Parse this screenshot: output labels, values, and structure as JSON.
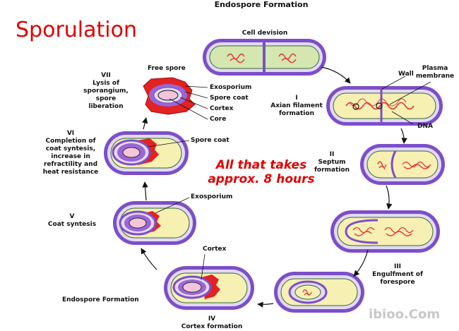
{
  "title": "Endospore Formation",
  "heading": "Sporulation",
  "note": [
    "All that takes",
    "approx. 8 hours"
  ],
  "watermark": "ibioo.Com",
  "bottom_label": "Endospore Formation",
  "stages": {
    "cell_division": "Cell devision",
    "s1": [
      "I",
      "Axian filament",
      "formation"
    ],
    "s2": [
      "II",
      "Septum",
      "formation"
    ],
    "s3": [
      "III",
      "Engulfment of",
      "forespore"
    ],
    "s4": [
      "IV",
      "Cortex formation"
    ],
    "s5": [
      "V",
      "Coat syntesis"
    ],
    "s6": [
      "VI",
      "Completion of",
      "coat syntesis,",
      "increase in",
      "refractility and",
      "heat resistance"
    ],
    "s7": [
      "VII",
      "Lysis of",
      "sporangium,",
      "spore",
      "liberation"
    ]
  },
  "labels": {
    "wall": "Wall",
    "plasma_membrane": [
      "Plasma",
      "membrane"
    ],
    "dna": "DNA",
    "free_spore": "Free spore",
    "exosporium_top": "Exosporium",
    "spore_coat_top": "Spore coat",
    "cortex_top": "Cortex",
    "core": "Core",
    "spore_coat_vi": "Spore coat",
    "exosporium_v": "Exosporium",
    "cortex_iv": "Cortex"
  },
  "colors": {
    "cell_outer": "#7b4fc9",
    "cell_wall": "#e4d9f5",
    "cytoplasm_green": "#d4e7b0",
    "cytoplasm_yellow": "#f6f0b2",
    "dna": "#e33333",
    "spore_red": "#e32222",
    "coat_purple": "#9966d6",
    "core_pink": "#f2c6d8",
    "heading_red": "#e00000"
  }
}
